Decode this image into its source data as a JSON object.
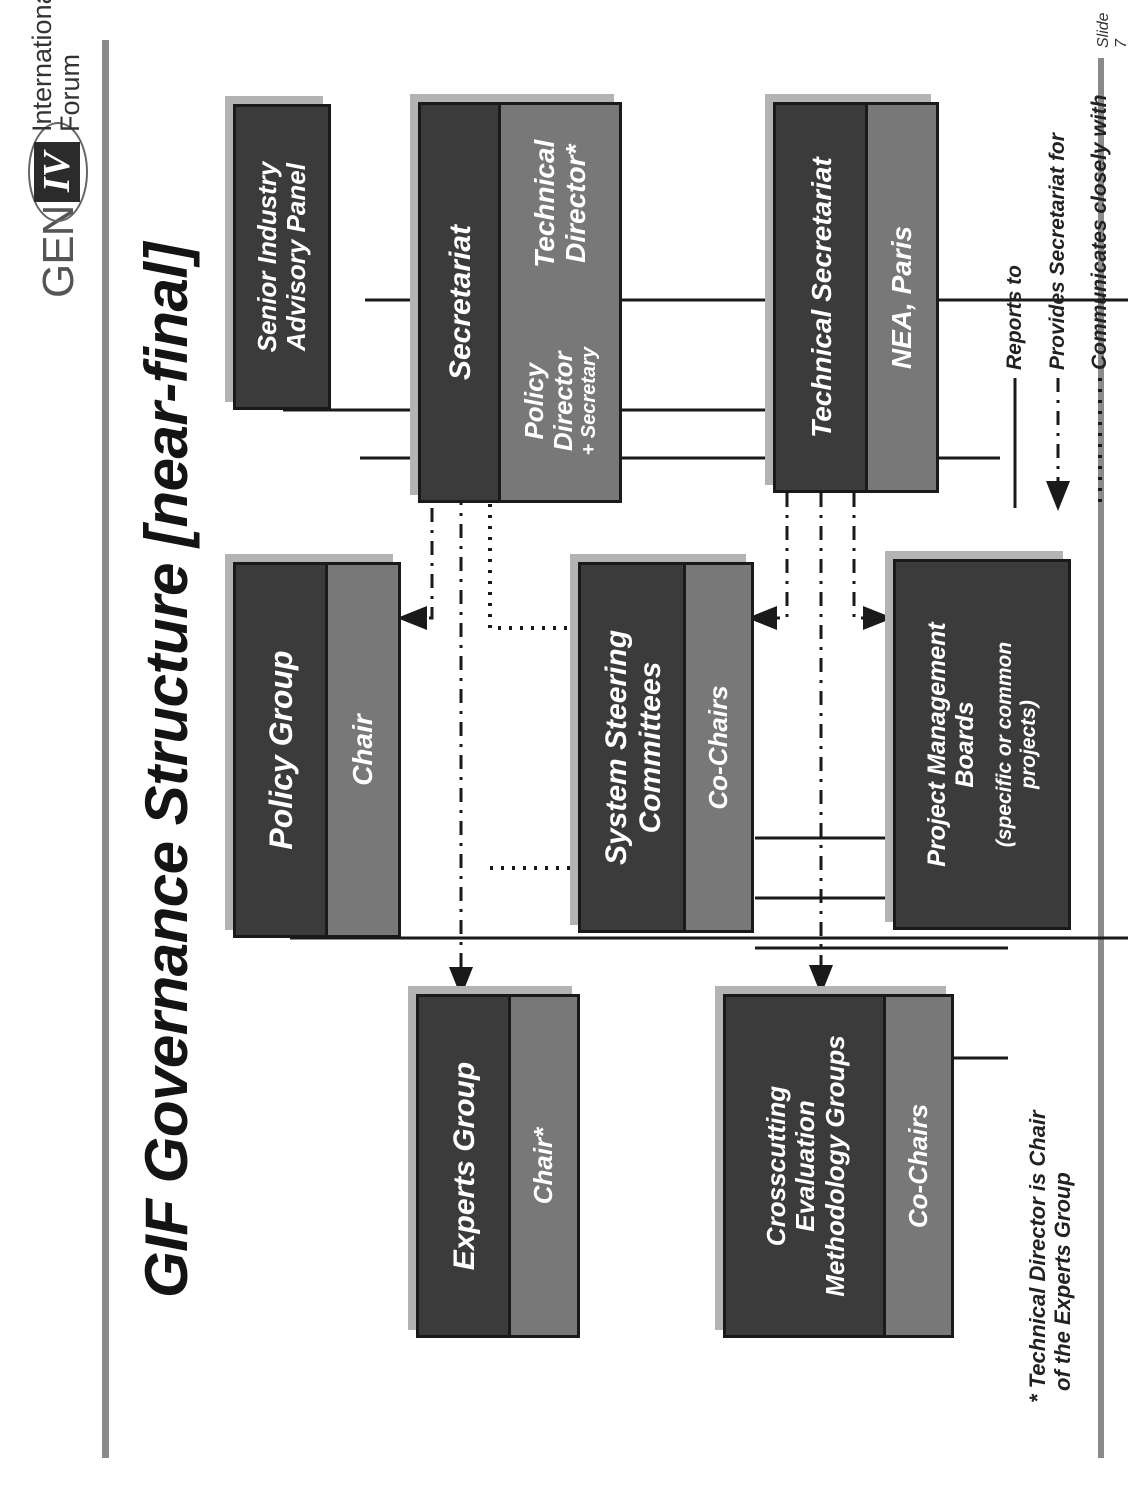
{
  "title": "GIF Governance Structure [near-final]",
  "logo": {
    "gen": "GEN",
    "iv": "IV",
    "line1": "International",
    "line2": "Forum"
  },
  "boxes": {
    "senior_panel": {
      "line1": "Senior Industry",
      "line2": "Advisory Panel"
    },
    "secretariat": {
      "title": "Secretariat",
      "policy_director": "Policy Director",
      "plus_secretary": "+ Secretary",
      "technical_director": "Technical Director*"
    },
    "technical_secretariat": {
      "title": "Technical Secretariat",
      "location": "NEA, Paris"
    },
    "policy_group": {
      "title": "Policy Group",
      "role": "Chair"
    },
    "system_steering": {
      "line1": "System Steering",
      "line2": "Committees",
      "role": "Co-Chairs"
    },
    "project_boards": {
      "line1": "Project Management",
      "line2": "Boards",
      "note1": "(specific or common",
      "note2": "projects)"
    },
    "experts_group": {
      "title": "Experts Group",
      "role": "Chair*"
    },
    "crosscutting": {
      "line1": "Crosscutting",
      "line2": "Evaluation",
      "line3": "Methodology Groups",
      "role": "Co-Chairs"
    }
  },
  "legend": {
    "reports_to": "Reports to",
    "provides_secretariat": "Provides Secretariat for",
    "communicates": "Communicates closely with"
  },
  "footnote": {
    "line1": "* Technical Director is Chair",
    "line2": "of the Experts Group"
  },
  "slide_number": "Slide 7"
}
